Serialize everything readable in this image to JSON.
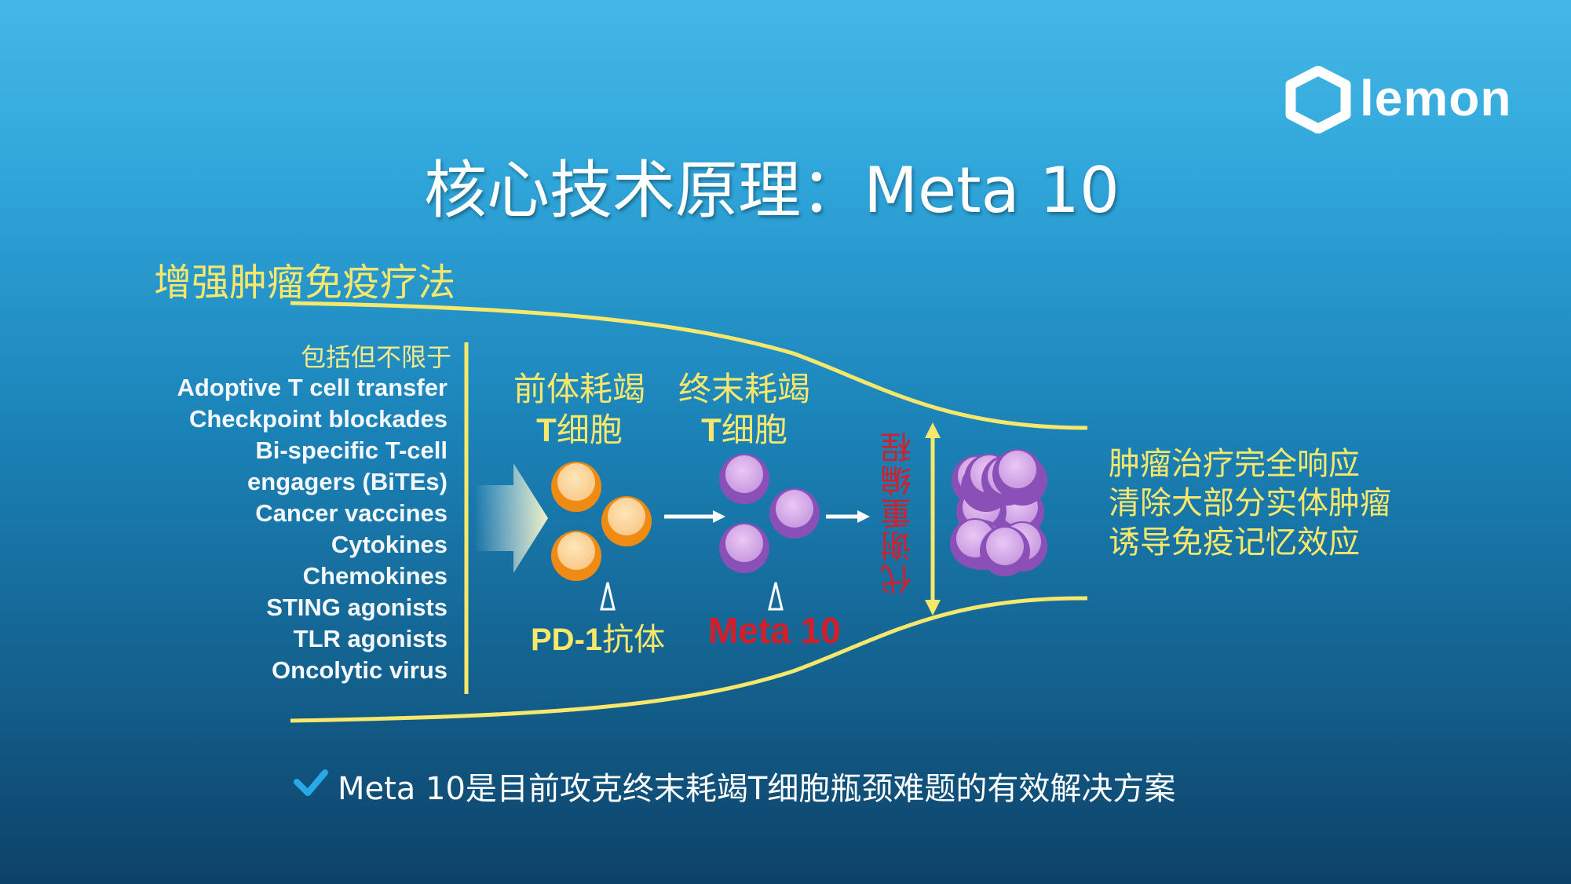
{
  "brand": {
    "logo_text": "lemon"
  },
  "title": "核心技术原理：Meta 10",
  "subtitle": "增强肿瘤免疫疗法",
  "therapies": {
    "header": "包括但不限于",
    "items": [
      "Adoptive T cell transfer",
      "Checkpoint blockades",
      "Bi-specific T-cell",
      "engagers (BiTEs)",
      "Cancer vaccines",
      "Cytokines",
      "Chemokines",
      "STING agonists",
      "TLR agonists",
      "Oncolytic virus"
    ]
  },
  "stages": {
    "progenitor": {
      "line1": "前体耗竭",
      "line2_en": "T",
      "line2_zh": "细胞"
    },
    "terminal": {
      "line1": "终末耗竭",
      "line2_en": "T",
      "line2_zh": "细胞"
    }
  },
  "interventions": {
    "pd1_en": "PD-1",
    "pd1_zh": "抗体",
    "meta10": "Meta 10"
  },
  "reprogramming": "代谢重编程",
  "outcomes": [
    "肿瘤治疗完全响应",
    "清除大部分实体肿瘤",
    "诱导免疫记忆效应"
  ],
  "conclusion": "Meta 10是目前攻克终末耗竭T细胞瓶颈难题的有效解决方案",
  "colors": {
    "yellow": "#f7e86c",
    "red": "#d41f2b",
    "progenitor_cell": "#ef8a12",
    "terminal_cell": "#8b4fb8"
  }
}
